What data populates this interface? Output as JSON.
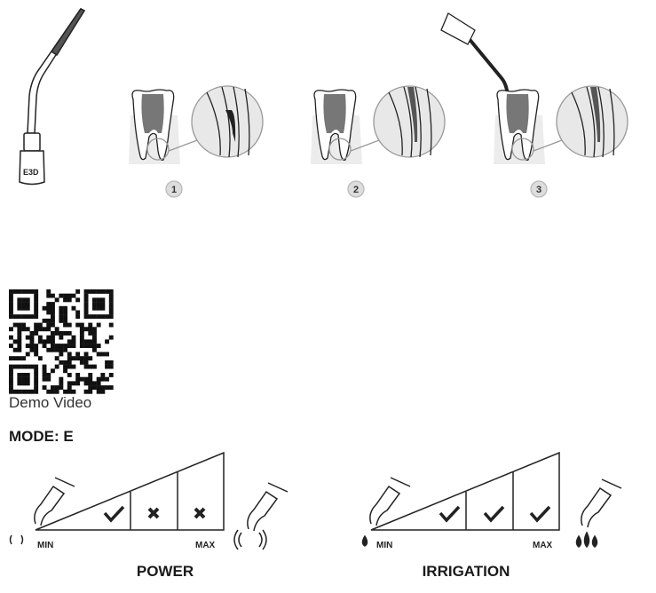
{
  "instrument": {
    "tip_label": "E3D"
  },
  "steps": [
    {
      "number": "1"
    },
    {
      "number": "2"
    },
    {
      "number": "3"
    }
  ],
  "qr": {
    "caption": "Demo Video"
  },
  "mode": {
    "label": "MODE: E"
  },
  "power": {
    "title": "POWER",
    "min_label": "MIN",
    "max_label": "MAX",
    "levels": [
      "allowed",
      "not-allowed",
      "not-allowed"
    ]
  },
  "irrigation": {
    "title": "IRRIGATION",
    "min_label": "MIN",
    "max_label": "MAX",
    "levels": [
      "allowed",
      "allowed",
      "allowed"
    ]
  }
}
